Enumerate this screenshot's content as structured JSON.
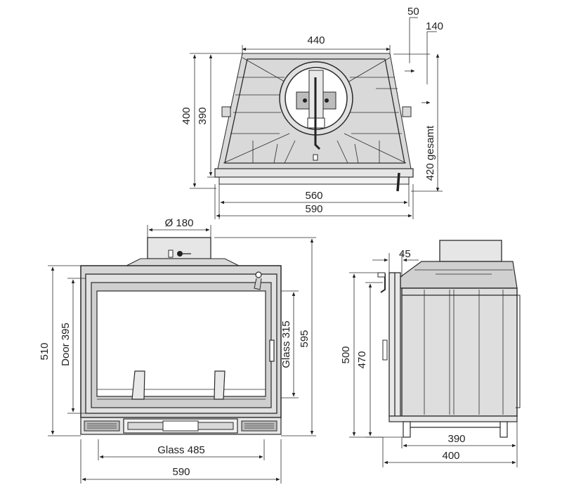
{
  "top_view": {
    "dim_width_top": "440",
    "dim_offset_50": "50",
    "dim_offset_140": "140",
    "dim_height_400": "400",
    "dim_height_390": "390",
    "dim_total_depth": "420 gesamt",
    "dim_width_560": "560",
    "dim_width_590": "590"
  },
  "front_view": {
    "dim_flue_diameter": "Ø 180",
    "dim_height_510": "510",
    "dim_door_height": "Door 395",
    "dim_glass_height": "Glass 315",
    "dim_total_height": "595",
    "dim_glass_width": "Glass 485",
    "dim_width_590": "590"
  },
  "side_view": {
    "dim_door_depth": "45",
    "dim_height_500": "500",
    "dim_height_470": "470",
    "dim_depth_390": "390",
    "dim_depth_400": "400"
  }
}
